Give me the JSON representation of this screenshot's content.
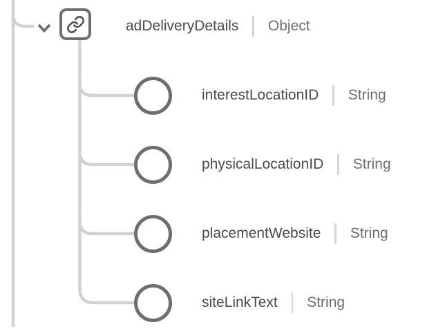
{
  "colors": {
    "connector_line": "#d2d2d2",
    "node_border": "#6e6e6e",
    "field_name_text": "#4b4b4b",
    "field_type_text": "#6e6e6e",
    "divider": "#d5d5d5",
    "background": "#ffffff"
  },
  "root": {
    "name": "adDeliveryDetails",
    "type": "Object",
    "icon": "link-icon",
    "expanded": true
  },
  "fields": [
    {
      "name": "interestLocationID",
      "type": "String",
      "icon": "circle-node-icon"
    },
    {
      "name": "physicalLocationID",
      "type": "String",
      "icon": "circle-node-icon"
    },
    {
      "name": "placementWebsite",
      "type": "String",
      "icon": "circle-node-icon"
    },
    {
      "name": "siteLinkText",
      "type": "String",
      "icon": "circle-node-icon"
    }
  ]
}
